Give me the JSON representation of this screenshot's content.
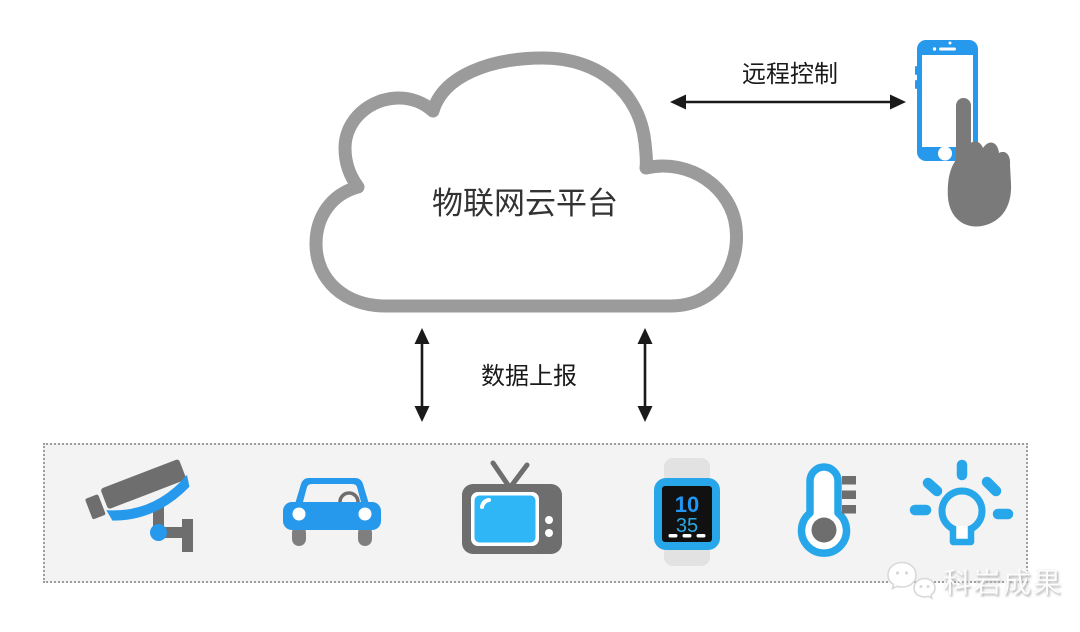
{
  "cloud": {
    "label": "物联网云平台"
  },
  "connections": {
    "remote_control_label": "远程控制",
    "data_report_label": "数据上报"
  },
  "devices": [
    {
      "icon": "cctv-camera-icon"
    },
    {
      "icon": "car-icon"
    },
    {
      "icon": "tv-icon"
    },
    {
      "icon": "smartwatch-icon",
      "display": {
        "hours": "10",
        "minutes": "35"
      }
    },
    {
      "icon": "thermometer-icon"
    },
    {
      "icon": "light-bulb-icon"
    }
  ],
  "watermark": {
    "logo": "wechat-logo-icon",
    "text": "科岩成果"
  },
  "colors": {
    "device_blue": "#2699ED",
    "tv_screen_blue": "#2FB6F7",
    "outline_blue": "#27A7EA",
    "cloud_gray": "#9B9B9B",
    "icon_gray": "#6E6E6E",
    "hand_gray": "#7A7A7A",
    "arrow_black": "#1A1A1A",
    "panel_background": "#F3F3F3",
    "panel_border": "#9E9E9E"
  }
}
